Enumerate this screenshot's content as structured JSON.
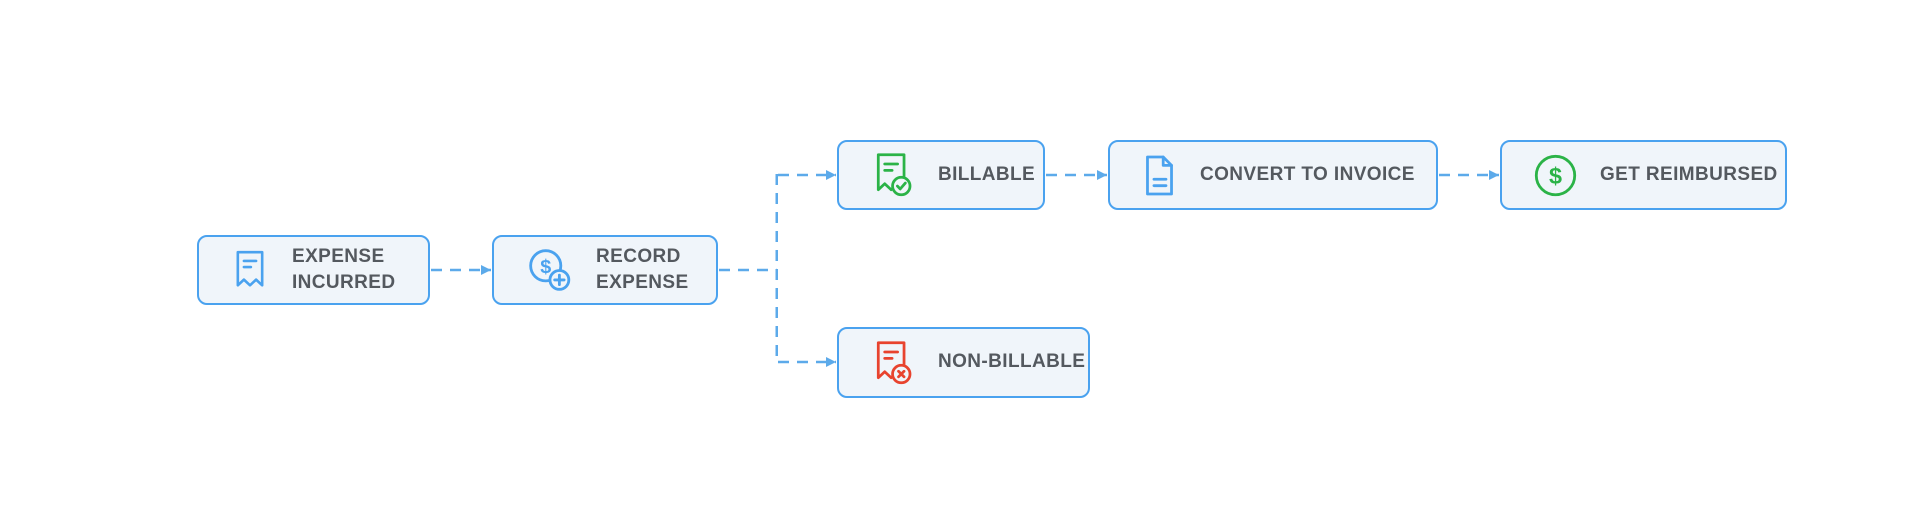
{
  "palette": {
    "canvas_bg": "#ffffff",
    "box_border": "#4aa2ef",
    "box_fill": "#f0f5fa",
    "connector": "#5caaea",
    "label_text": "#54595f",
    "icon_blue": "#4aa2ef",
    "icon_green": "#2bb347",
    "icon_red": "#e8432e"
  },
  "glyphs": {
    "dollar": "$"
  },
  "nodes": [
    {
      "id": "expense-incurred",
      "label": "EXPENSE\nINCURRED",
      "icon": "receipt-icon",
      "icon_color": "#4aa2ef"
    },
    {
      "id": "record-expense",
      "label": "RECORD\nEXPENSE",
      "icon": "add-money-icon",
      "icon_color": "#4aa2ef"
    },
    {
      "id": "billable",
      "label": "BILLABLE",
      "icon": "receipt-check-icon",
      "icon_color": "#2bb347"
    },
    {
      "id": "convert-to-invoice",
      "label": "CONVERT TO INVOICE",
      "icon": "invoice-document-icon",
      "icon_color": "#4aa2ef"
    },
    {
      "id": "get-reimbursed",
      "label": "GET REIMBURSED",
      "icon": "dollar-circle-icon",
      "icon_color": "#2bb347"
    },
    {
      "id": "non-billable",
      "label": "NON-BILLABLE",
      "icon": "receipt-cross-icon",
      "icon_color": "#e8432e"
    }
  ],
  "edges": [
    {
      "from": "expense-incurred",
      "to": "record-expense",
      "style": "dashed-arrow"
    },
    {
      "from": "record-expense",
      "to": "billable",
      "style": "dashed-arrow"
    },
    {
      "from": "record-expense",
      "to": "non-billable",
      "style": "dashed-arrow"
    },
    {
      "from": "billable",
      "to": "convert-to-invoice",
      "style": "dashed-arrow"
    },
    {
      "from": "convert-to-invoice",
      "to": "get-reimbursed",
      "style": "dashed-arrow"
    }
  ]
}
